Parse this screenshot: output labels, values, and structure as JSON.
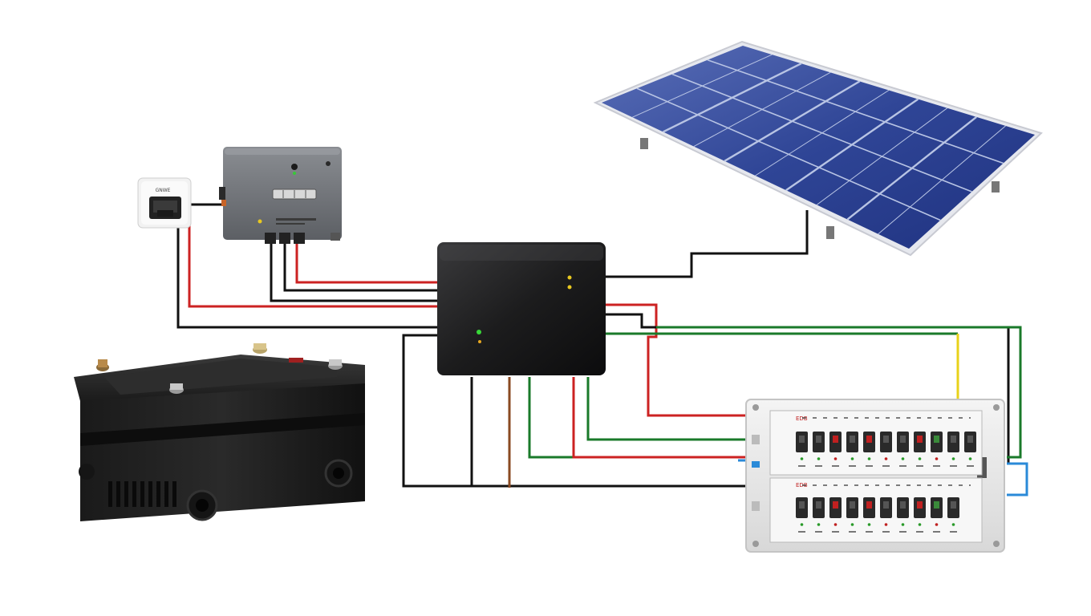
{
  "diagram": {
    "meter_display_text": "GNWE",
    "breaker_panel": {
      "row1_label": "EDB",
      "row2_label": "EDB",
      "row1_breakers": 11,
      "row2_breakers": 10
    },
    "wire_colors": {
      "black": "#111111",
      "red": "#cc2222",
      "green": "#1a7a2a",
      "yellow": "#e8d21a",
      "blue": "#2a8ad8",
      "brown": "#8a4a22"
    },
    "components": {
      "meter": "meter-icon",
      "charge_controller": "charge-controller-icon",
      "inverter": "inverter-icon",
      "battery": "battery-icon",
      "solar_panel": "solar-panel-icon",
      "breaker_panel": "breaker-panel-icon"
    }
  }
}
